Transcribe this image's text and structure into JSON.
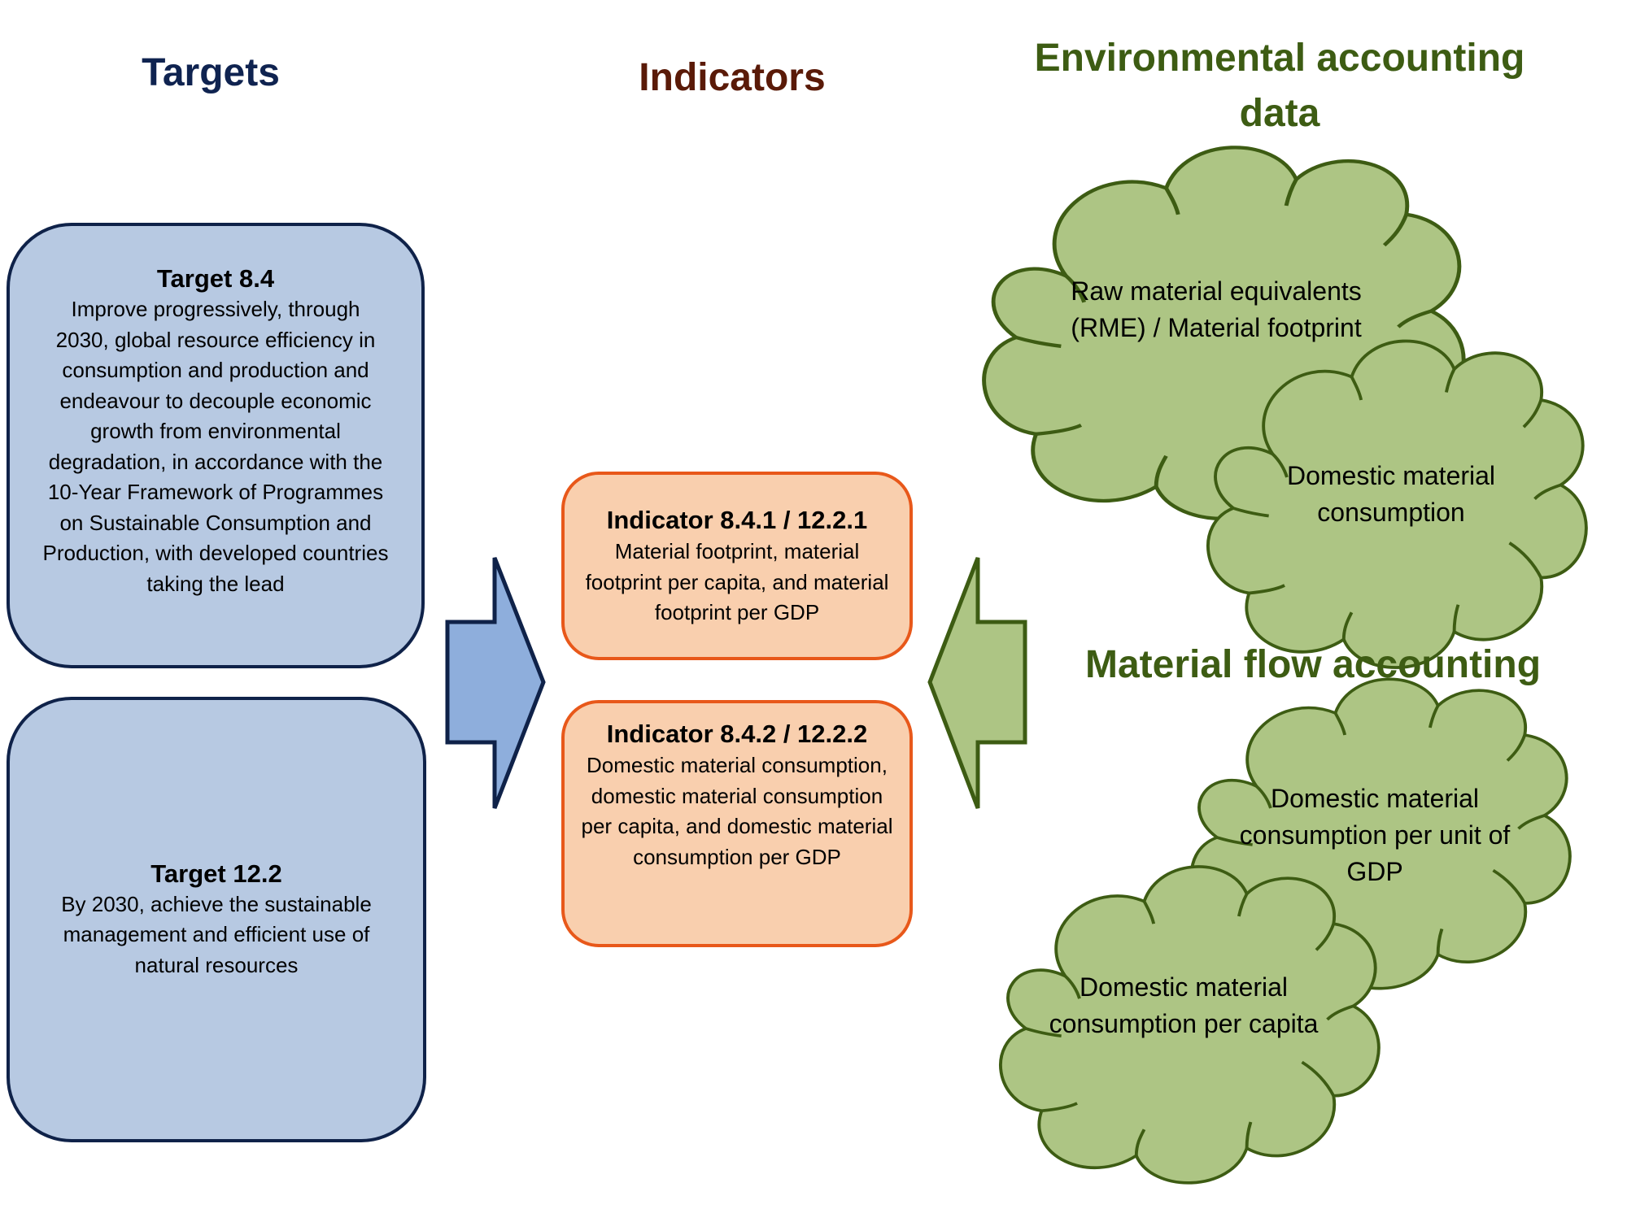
{
  "columns": {
    "targets_title": "Targets",
    "indicators_title": "Indicators",
    "env_title": "Environmental accounting data"
  },
  "targets": [
    {
      "title": "Target 8.4",
      "text": "Improve progressively, through 2030, global resource efficiency in consumption and production and endeavour to decouple economic growth from environmental degradation, in accordance with the 10-Year Framework of Programmes on Sustainable Consumption and Production, with developed countries taking the lead"
    },
    {
      "title": "Target 12.2",
      "text": "By 2030, achieve the sustainable management and efficient use of natural resources"
    }
  ],
  "indicators": [
    {
      "title": "Indicator 8.4.1 / 12.2.1",
      "text": "Material footprint, material footprint per capita, and material footprint per GDP"
    },
    {
      "title": "Indicator 8.4.2 / 12.2.2",
      "text": "Domestic material consumption, domestic material consumption per capita, and domestic material consumption per GDP"
    }
  ],
  "env_data": {
    "section_label": "Material flow accounting",
    "clouds": [
      "Raw material equivalents (RME) / Material footprint",
      "Domestic material consumption",
      "Domestic material consumption per unit of GDP",
      "Domestic material consumption per capita"
    ]
  },
  "colors": {
    "targets_fill": "#b7c9e2",
    "targets_border": "#0f2249",
    "indicators_fill": "#f9cfae",
    "indicators_border": "#e8581a",
    "cloud_fill": "#adc584",
    "cloud_border": "#3d5c13",
    "blue_arrow_fill": "#8eaedc"
  }
}
